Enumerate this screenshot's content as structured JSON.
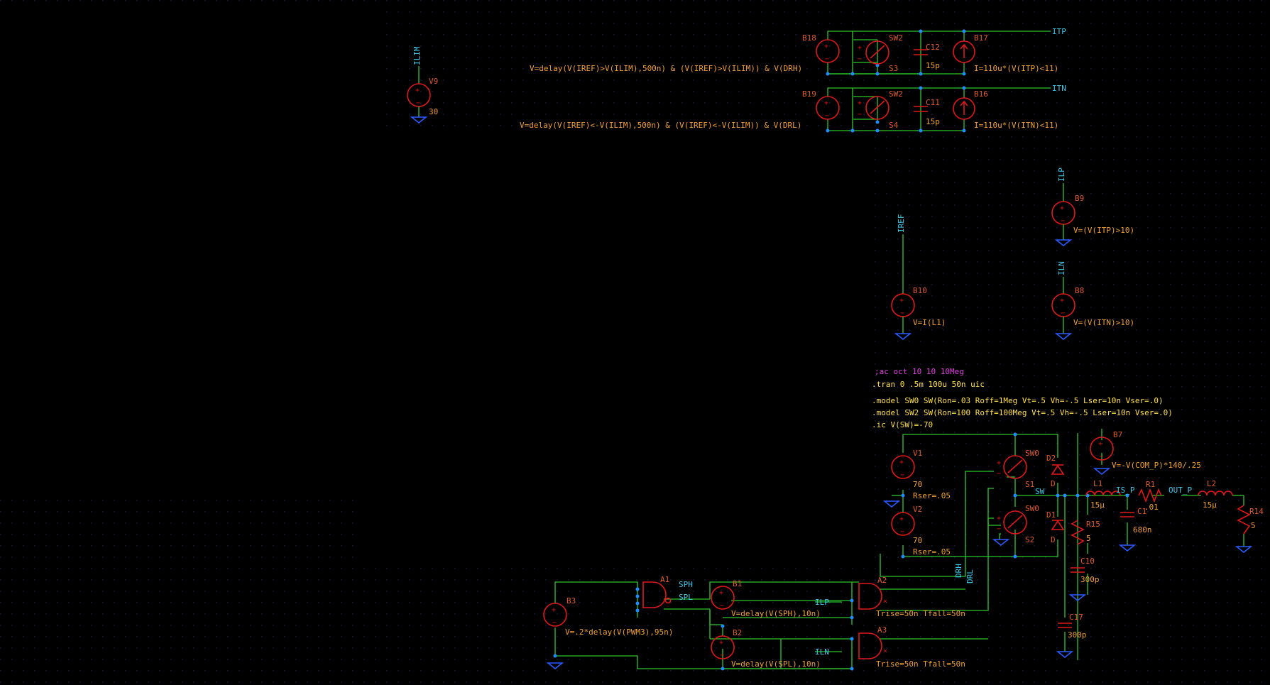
{
  "colors": {
    "background": "#000000",
    "grid": "#1c2f55",
    "wire": "#2ec52e",
    "component": "#e01818",
    "ground": "#2a5bff",
    "component_text": "#e05a2a",
    "value_text": "#f0a030",
    "net_label": "#40c8e8",
    "directive": "#ffe04a",
    "comment": "#e040e0"
  },
  "labels": {
    "ilim": "ILIM",
    "v9": "V9",
    "v9_val": "30",
    "b18": "B18",
    "sw2a": "SW2",
    "c12": "C12",
    "c12_val": "15p",
    "s3": "S3",
    "b17": "B17",
    "itp": "ITP",
    "b18_expr": "V=delay(V(IREF)>V(ILIM),500n) & (V(IREF)>V(ILIM)) & V(DRH)",
    "b17_expr": "I=110u*(V(ITP)<11)",
    "b19": "B19",
    "sw2b": "SW2",
    "c11": "C11",
    "c11_val": "15p",
    "s4": "S4",
    "b16": "B16",
    "itn": "ITN",
    "b19_expr": "V=delay(V(IREF)<-V(ILIM),500n) & (V(IREF)<-V(ILIM)) & V(DRL)",
    "b16_expr": "I=110u*(V(ITN)<11)",
    "ilp": "ILP",
    "b9": "B9",
    "b9_expr": "V=(V(ITP)>10)",
    "iref": "IREF",
    "b10": "B10",
    "b10_expr": "V=I(L1)",
    "iln": "ILN",
    "b8": "B8",
    "b8_expr": "V=(V(ITN)>10)",
    "b7": "B7",
    "b7_expr": "V=-V(COM_P)*140/.25",
    "v1": "V1",
    "v1_val": "70",
    "v1_rser": "Rser=.05",
    "v2": "V2",
    "v2_val": "70",
    "v2_rser": "Rser=.05",
    "sw0a": "SW0",
    "s1": "S1",
    "sw0b": "SW0",
    "s2": "S2",
    "d2": "D2",
    "d2_m": "D",
    "d1": "D1",
    "d1_m": "D",
    "sw": "SW",
    "r15": "R15",
    "r15_val": "5",
    "l1": "L1",
    "l1_val": "15µ",
    "is_p": "IS_P",
    "r1": "R1",
    "r1_val": ".01",
    "out_p": "OUT_P",
    "l2": "L2",
    "l2_val": "15µ",
    "r14": "R14",
    "r14_val": "5",
    "c1": "C1",
    "c1_val": "680n",
    "c10": "C10",
    "c10_val": "300p",
    "c17": "C17",
    "c17_val": "300p",
    "drh": "DRH",
    "drl": "DRL",
    "b3": "B3",
    "b3_expr": "V=.2*delay(V(PWM3),95n)",
    "a1": "A1",
    "sph": "SPH",
    "spl": "SPL",
    "b1": "B1",
    "b1_expr": "V=delay(V(SPH),10n)",
    "b2": "B2",
    "b2_expr": "V=delay(V(SPL),10n)",
    "a2": "A2",
    "a2_t": "Trise=50n Tfall=50n",
    "ilp2": "ILP",
    "a3": "A3",
    "a3_t": "Trise=50n Tfall=50n",
    "iln2": "ILN"
  },
  "directives": {
    "ac": ";ac oct 10 10 10Meg",
    "tran": ".tran 0 .5m 100u 50n uic",
    "model0": ".model SW0 SW(Ron=.03 Roff=1Meg Vt=.5 Vh=-.5 Lser=10n Vser=.0)",
    "model2": ".model SW2 SW(Ron=100 Roff=100Meg Vt=.5 Vh=-.5 Lser=10n Vser=.0)",
    "ic": ".ic V(SW)=-70"
  }
}
